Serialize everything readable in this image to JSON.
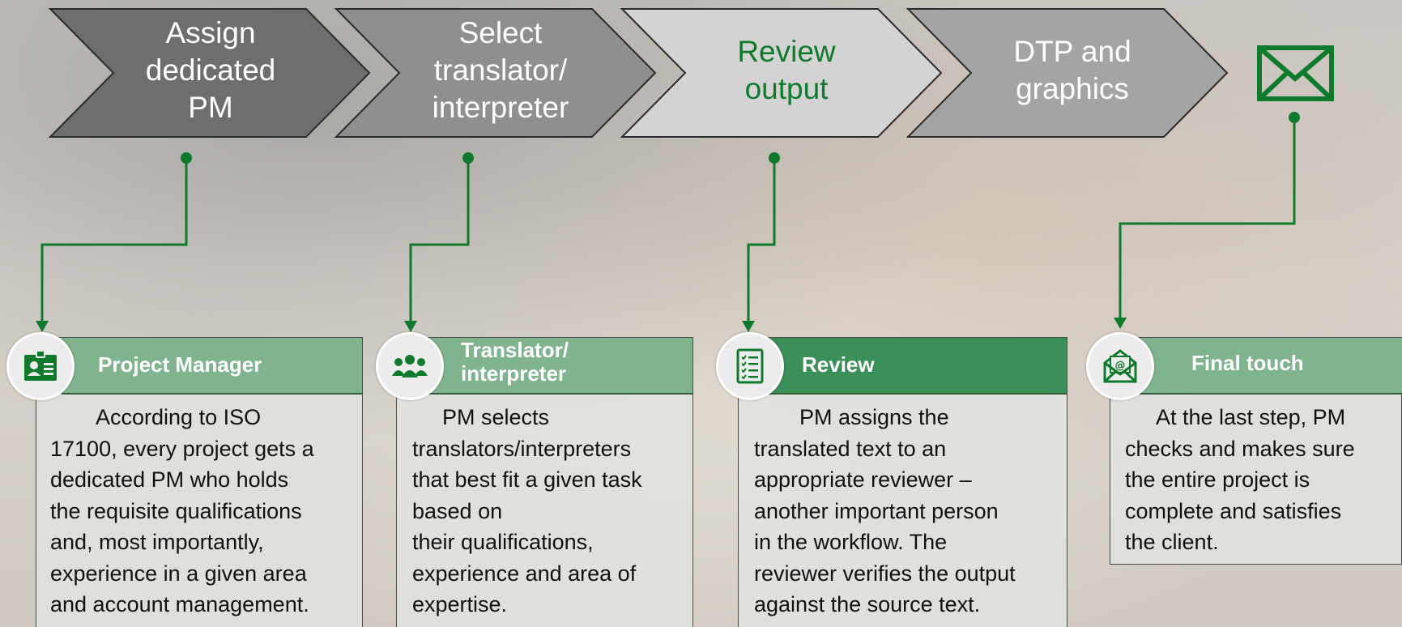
{
  "steps": [
    {
      "label": "Assign\ndedicated\nPM"
    },
    {
      "label": "Select\ntranslator/\ninterpreter"
    },
    {
      "label": "Review\noutput"
    },
    {
      "label": "DTP and\ngraphics"
    }
  ],
  "cards": [
    {
      "icon": "id-card-icon",
      "title": "Project Manager",
      "body": "According to ISO\n17100, every project gets a\ndedicated PM who holds\nthe requisite qualifications\nand, most importantly,\nexperience in a given area\nand account management."
    },
    {
      "icon": "people-group-icon",
      "title": "Translator/\ninterpreter",
      "body": "PM selects\ntranslators/interpreters\nthat best fit a given task\nbased on\ntheir qualifications,\nexperience and area of\nexpertise."
    },
    {
      "icon": "checklist-icon",
      "title": "Review",
      "body": "PM assigns the\ntranslated text to an\nappropriate reviewer –\nanother important person\nin the workflow. The\nreviewer verifies the output\nagainst the source text."
    },
    {
      "icon": "email-at-icon",
      "title": "Final touch",
      "body": "At the last step, PM\nchecks and makes sure\nthe entire project is\ncomplete and satisfies\nthe client."
    }
  ],
  "final_icon": "envelope-icon",
  "colors": {
    "green_dark": "#0f7a2c",
    "header_light": "#7fb48e",
    "header_dark": "#3b8f58",
    "chevron_1": "#6e6e6e",
    "chevron_2": "#8f8f8f",
    "chevron_3": "#d3d3d3",
    "chevron_4": "#a4a4a4"
  }
}
